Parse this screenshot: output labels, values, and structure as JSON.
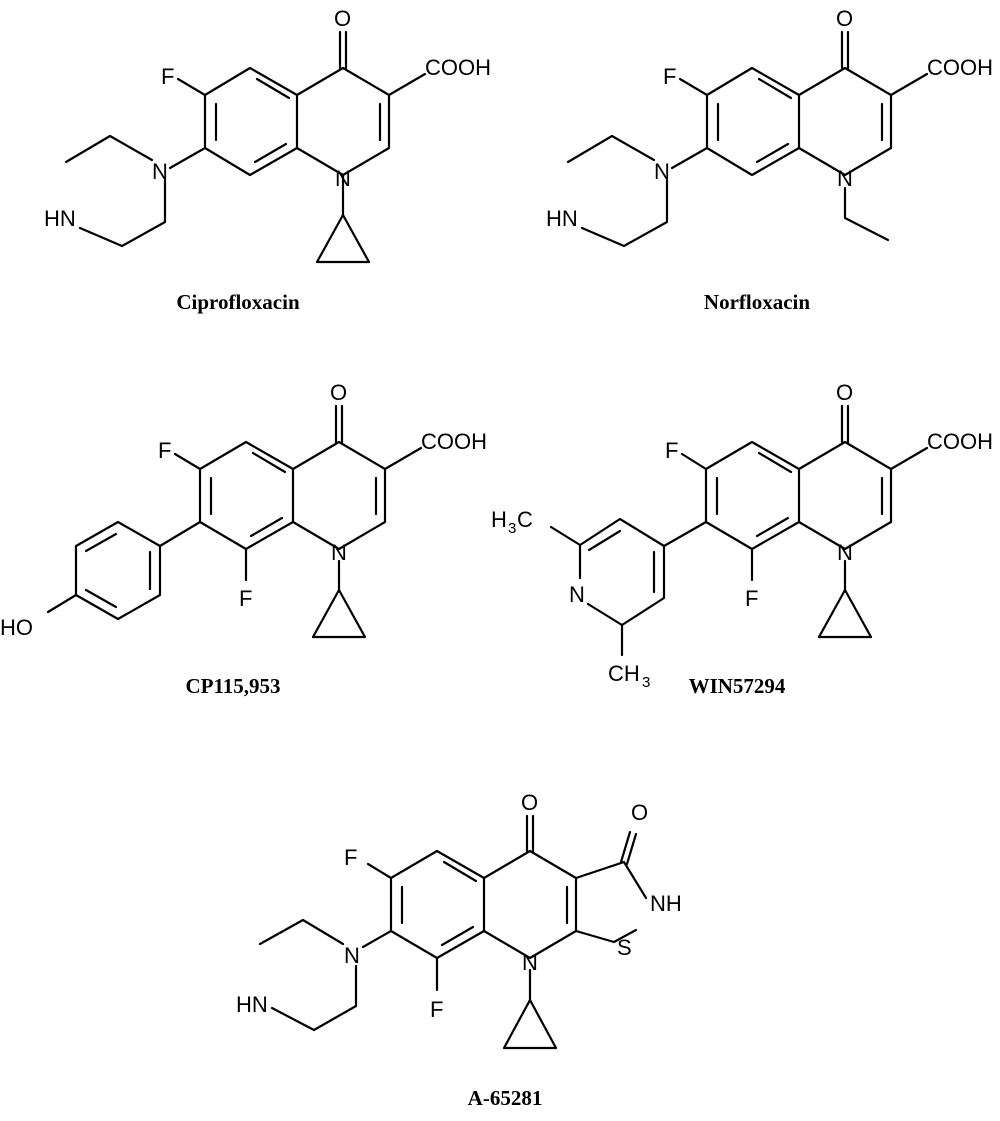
{
  "labels": {
    "o": "O",
    "f": "F",
    "n": "N",
    "cooh": "COOH",
    "hn": "HN",
    "ho": "HO",
    "nh": "NH",
    "s": "S",
    "h3c_h": "H",
    "h3c_sub": "3",
    "h3c_c": "C",
    "ch3_ch": "CH",
    "ch3_sub": "3"
  },
  "compounds": [
    {
      "name": "Ciprofloxacin"
    },
    {
      "name": "Norfloxacin"
    },
    {
      "name": "CP115,953"
    },
    {
      "name": "WIN57294"
    },
    {
      "name": "A-65281"
    }
  ]
}
